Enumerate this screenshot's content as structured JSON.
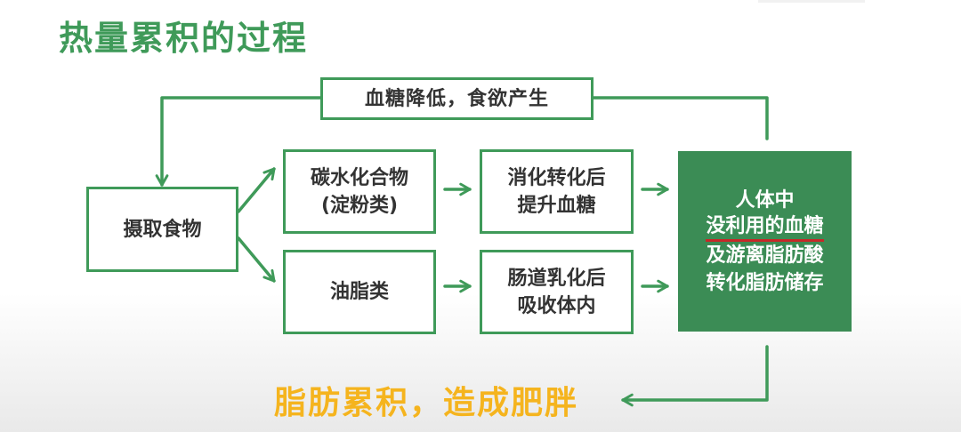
{
  "title": "热量累积的过程",
  "nodes": {
    "intake": "摄取食物",
    "carb_line1": "碳水化合物",
    "carb_line2": "(淀粉类)",
    "fat": "油脂类",
    "digest_line1": "消化转化后",
    "digest_line2": "提升血糖",
    "intestine_line1": "肠道乳化后",
    "intestine_line2": "吸收体内",
    "result_line1": "人体中",
    "result_line2": "没利用的血糖",
    "result_line3": "及游离脂肪酸",
    "result_line4": "转化脂肪储存"
  },
  "loop_label": "血糖降低，食欲产生",
  "outcome": "脂肪累积，造成肥胖",
  "colors": {
    "green": "#3f9a59",
    "result_fill": "#3b8c55",
    "outcome_text": "#f5b41e",
    "underline": "#c62828"
  }
}
